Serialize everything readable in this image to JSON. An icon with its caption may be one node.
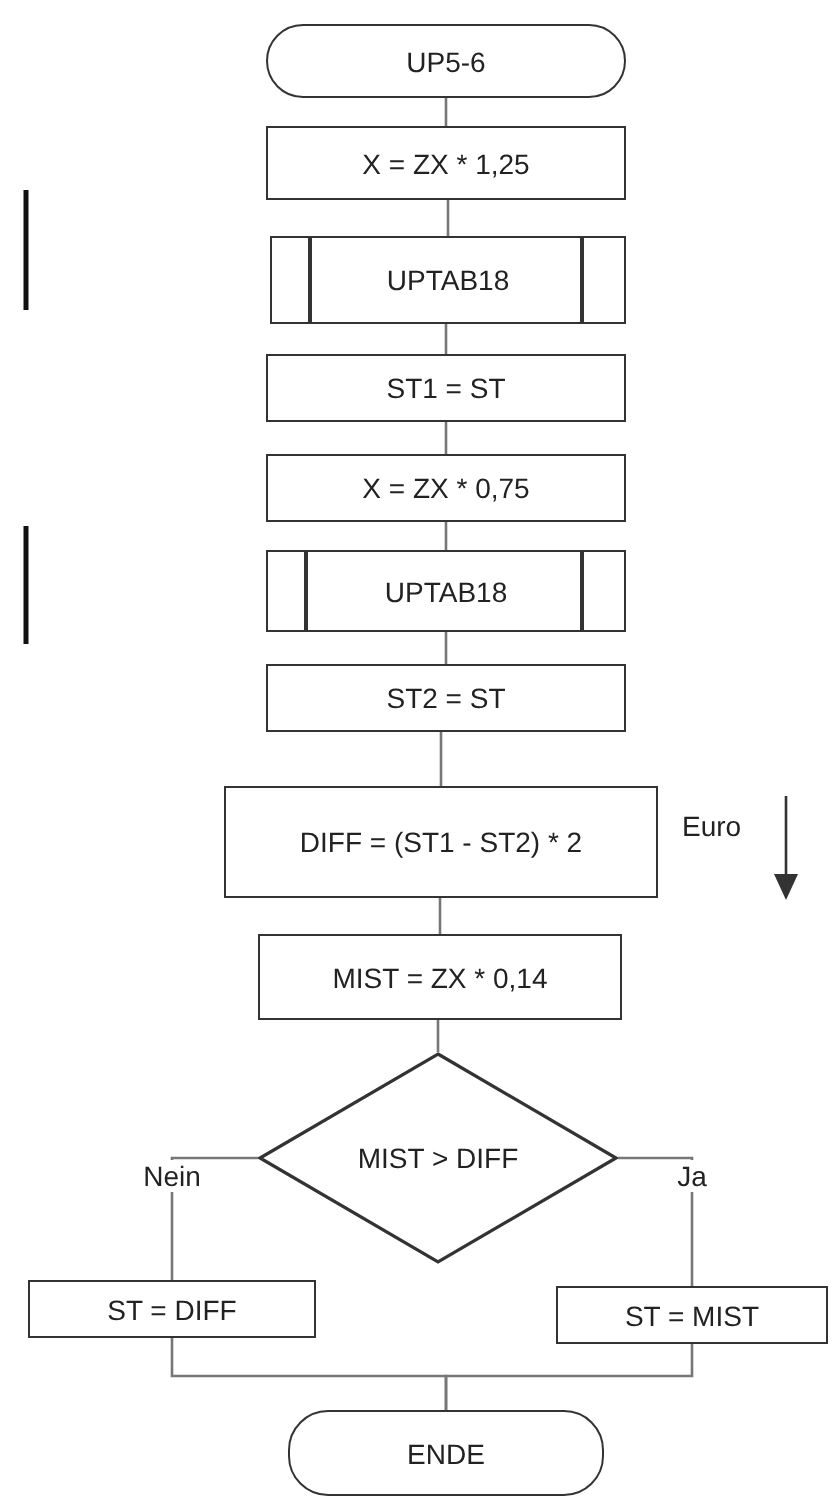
{
  "diagram": {
    "nodes": [
      {
        "text": [
          "UP5-6"
        ]
      },
      {
        "text": [
          "X = ZX * 1,25"
        ]
      },
      {
        "text": [
          "UPTAB18"
        ]
      },
      {
        "text": [
          "ST1 = ST"
        ]
      },
      {
        "text": [
          "X = ZX * 0,75"
        ]
      },
      {
        "text": [
          "UPTAB18"
        ]
      },
      {
        "text": [
          "ST2 = ST"
        ]
      },
      {
        "text": [
          "DIFF = (ST1 - ST2) * 2"
        ],
        "beside": [
          "Euro"
        ]
      },
      {
        "text": [
          "MIST = ZX * 0,14"
        ]
      },
      {
        "text": [
          "MIST > DIFF"
        ]
      },
      {
        "text": [
          "ST = DIFF"
        ]
      },
      {
        "text": [
          "ST = MIST"
        ]
      },
      {
        "text": [
          "ENDE"
        ]
      }
    ],
    "edges": [
      {
        "from": 0,
        "to": 1,
        "arrow": "none"
      },
      {
        "from": 1,
        "to": 2,
        "arrow": "none"
      },
      {
        "from": 2,
        "to": 3,
        "arrow": "none"
      },
      {
        "from": 3,
        "to": 4,
        "arrow": "none"
      },
      {
        "from": 4,
        "to": 5,
        "arrow": "none"
      },
      {
        "from": 5,
        "to": 6,
        "arrow": "none"
      },
      {
        "from": 6,
        "to": 7,
        "arrow": "none"
      },
      {
        "from": 7,
        "to": 8,
        "arrow": "none"
      },
      {
        "from": 8,
        "to": 9,
        "arrow": "none"
      },
      {
        "from": 9,
        "to": 10,
        "label": "Nein",
        "arrow": "none"
      },
      {
        "from": 9,
        "to": 11,
        "label": "Ja",
        "arrow": "none"
      },
      {
        "from": 10,
        "to": 12,
        "arrow": "none"
      },
      {
        "from": 11,
        "to": 12,
        "arrow": "none"
      }
    ]
  }
}
